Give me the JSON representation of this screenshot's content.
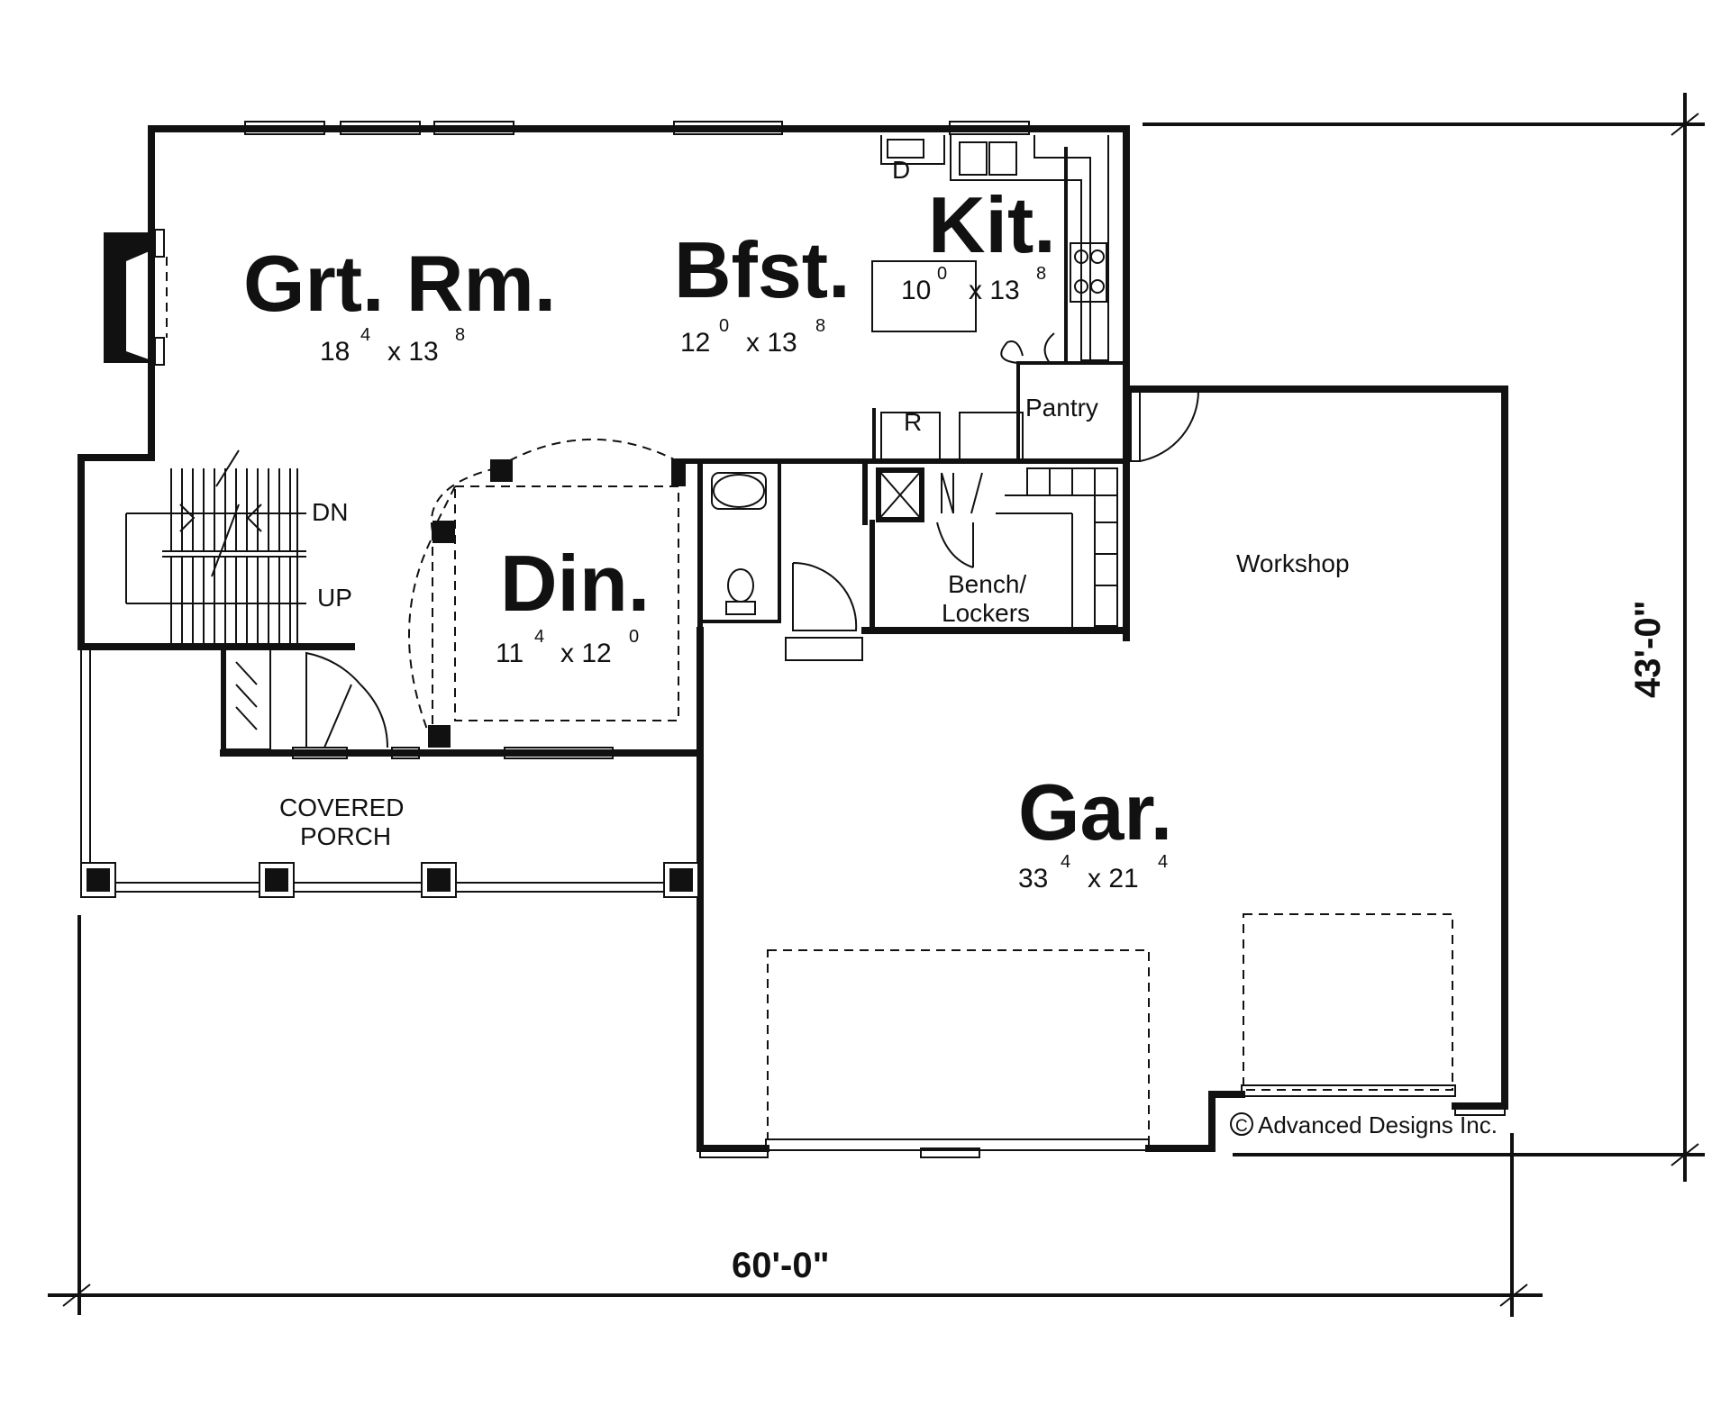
{
  "rooms": {
    "great_room": {
      "name": "Grt. Rm.",
      "w": "18",
      "w_in": "4",
      "x": "x 13",
      "d_in": "8"
    },
    "breakfast": {
      "name": "Bfst.",
      "w": "12",
      "w_in": "0",
      "x": "x 13",
      "d_in": "8"
    },
    "kitchen": {
      "name": "Kit.",
      "w": "10",
      "w_in": "0",
      "x": "x 13",
      "d_in": "8"
    },
    "dining": {
      "name": "Din.",
      "w": "11",
      "w_in": "4",
      "x": "x 12",
      "d_in": "0"
    },
    "garage": {
      "name": "Gar.",
      "w": "33",
      "w_in": "4",
      "x": "x 21",
      "d_in": "4"
    }
  },
  "labels": {
    "pantry": "Pantry",
    "refrigerator": "R",
    "dishwasher": "D",
    "stairs_down": "DN",
    "stairs_up": "UP",
    "bench_line1": "Bench/",
    "bench_line2": "Lockers",
    "workshop": "Workshop",
    "porch_line1": "COVERED",
    "porch_line2": "PORCH",
    "copyright_symbol": "C",
    "copyright": "Advanced Designs Inc."
  },
  "dimensions": {
    "overall_width": "60'-0\"",
    "overall_depth": "43'-0\""
  }
}
